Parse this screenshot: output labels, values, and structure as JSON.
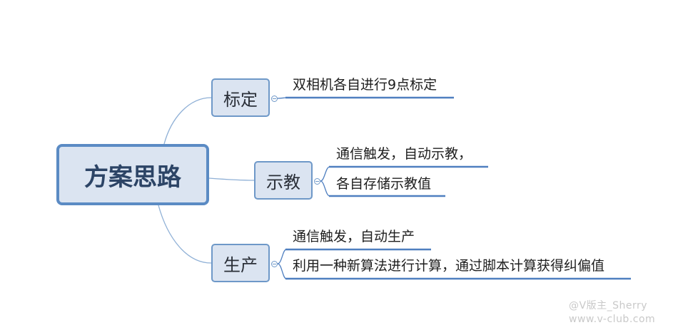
{
  "root": {
    "label": "方案思路"
  },
  "branches": [
    {
      "label": "标定",
      "items": [
        "双相机各自进行9点标定"
      ]
    },
    {
      "label": "示教",
      "items": [
        "通信触发，自动示教，",
        "各自存储示教值"
      ]
    },
    {
      "label": "生产",
      "items": [
        "通信触发，自动生产",
        "利用一种新算法进行计算，通过脚本计算获得纠偏值"
      ]
    }
  ],
  "watermark": {
    "line1": "@V版主_Sherry",
    "line2": "www.v-club.com"
  },
  "colors": {
    "node_fill": "#dbe4f1",
    "root_border": "#5b8bc4",
    "branch_border": "#6e98c8",
    "connector": "#8fb0d6",
    "underline": "#4f7fc0"
  }
}
